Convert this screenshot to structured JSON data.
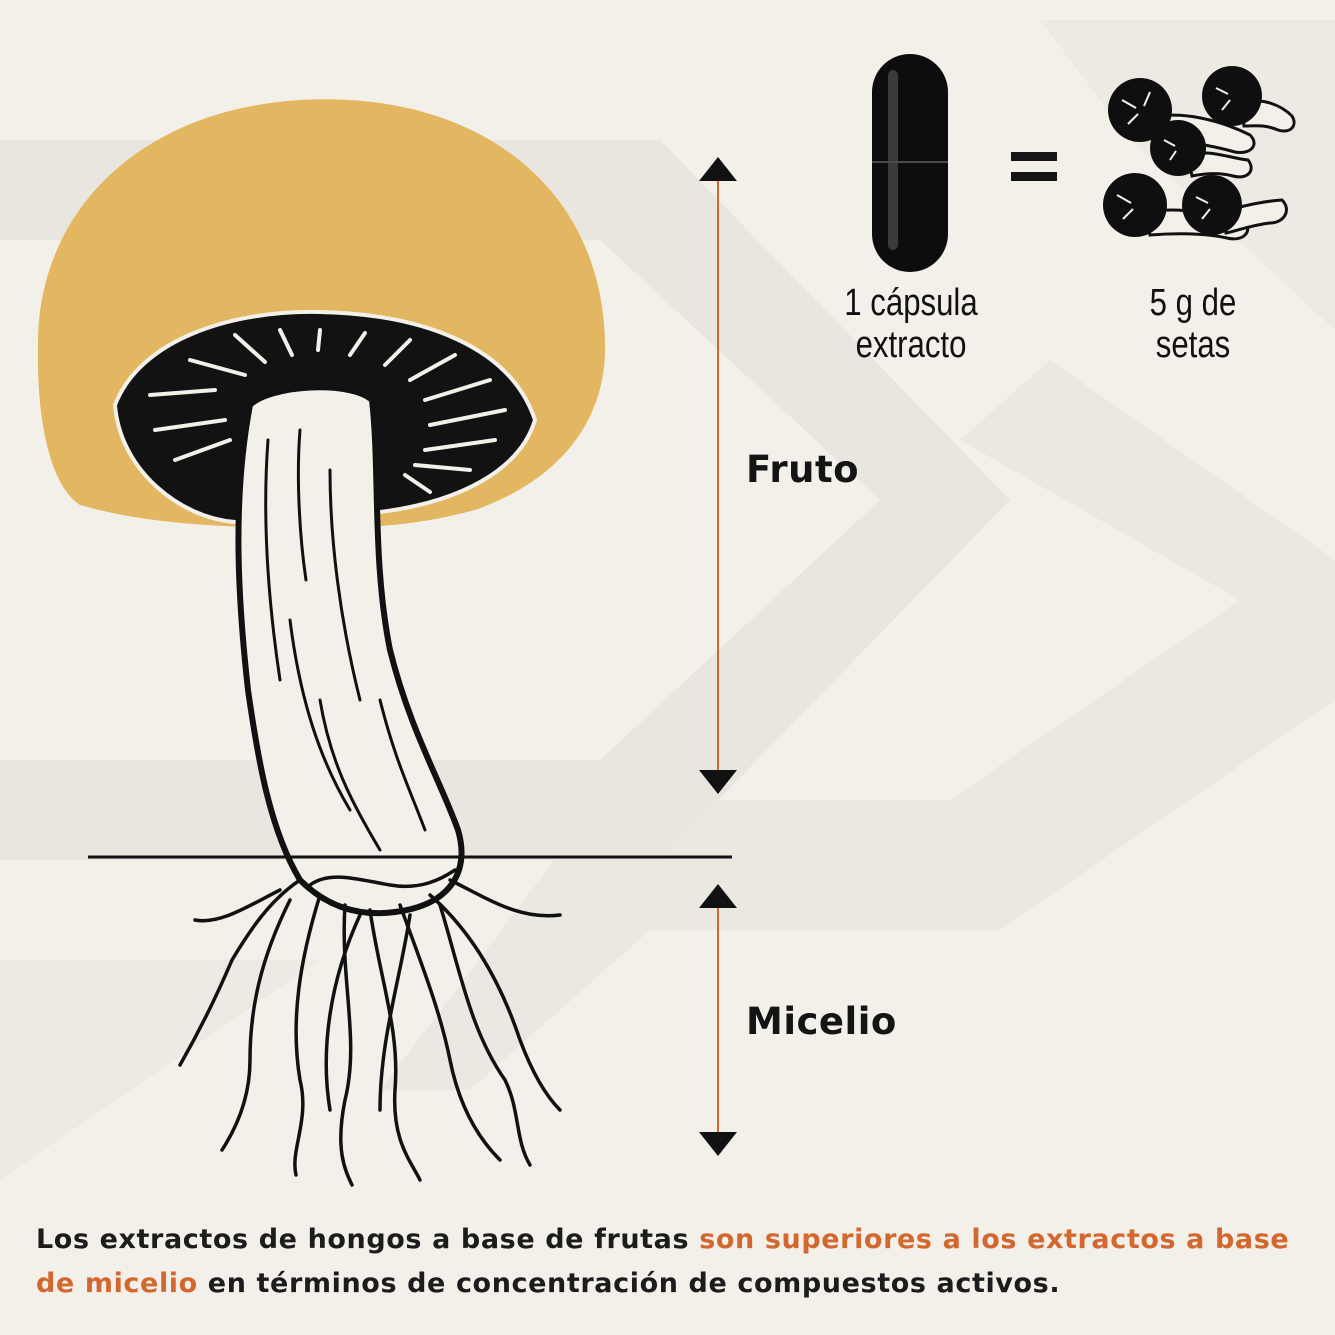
{
  "labels": {
    "fruto": "Fruto",
    "micelio": "Micelio"
  },
  "capsule": {
    "line1": "1 cápsula",
    "line2": "extracto"
  },
  "equals": "=",
  "mushrooms": {
    "line1": "5 g de",
    "line2": "setas"
  },
  "caption": {
    "part1": "Los extractos de hongos a base de frutas ",
    "highlight": "son superiores a los extractos a base de micelio",
    "part2": " en términos de concentración de compuestos activos."
  },
  "colors": {
    "background": "#f3f0ea",
    "cap": "#e3b762",
    "ink": "#111111",
    "accent": "#d2682f",
    "chevron": "#e8e5df"
  },
  "icons": [
    "mushroom-illustration",
    "capsule-icon",
    "mushroom-group-icon",
    "arrow-up-icon",
    "arrow-down-icon"
  ]
}
